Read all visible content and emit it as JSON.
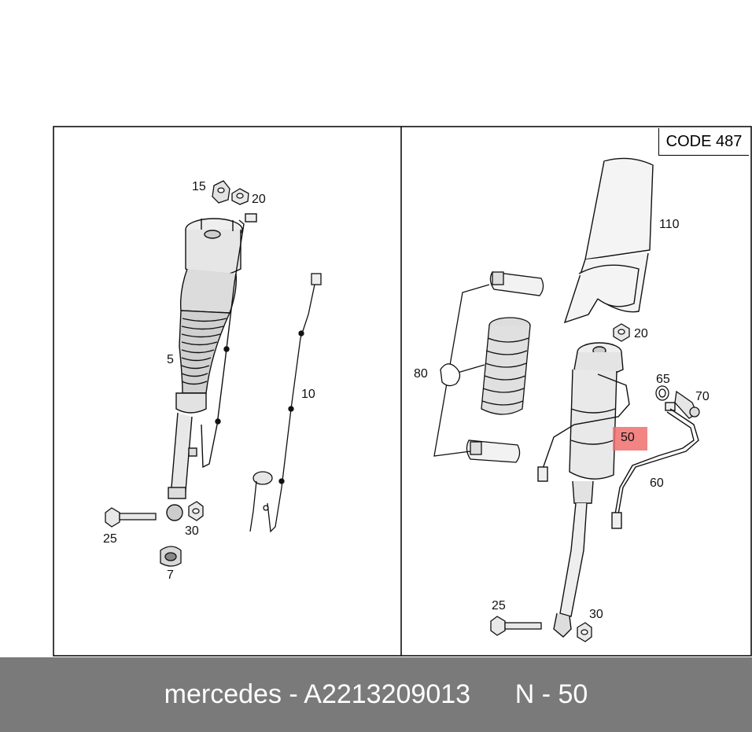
{
  "code_label": "CODE 487",
  "left_panel": {
    "callouts": {
      "p15": "15",
      "p20": "20",
      "p5": "5",
      "p10": "10",
      "p25": "25",
      "p30": "30",
      "p7": "7"
    }
  },
  "right_panel": {
    "callouts": {
      "p110": "110",
      "p20": "20",
      "p80": "80",
      "p65": "65",
      "p70": "70",
      "p50": "50",
      "p60": "60",
      "p25": "25",
      "p30": "30"
    },
    "highlighted_part": "50"
  },
  "footer": {
    "brand_part": "mercedes - A2213209013",
    "position_label": "N - 50"
  },
  "colors": {
    "footer_bg": "#7a7a7a",
    "highlight": "#f06e6e",
    "line": "#000000"
  }
}
